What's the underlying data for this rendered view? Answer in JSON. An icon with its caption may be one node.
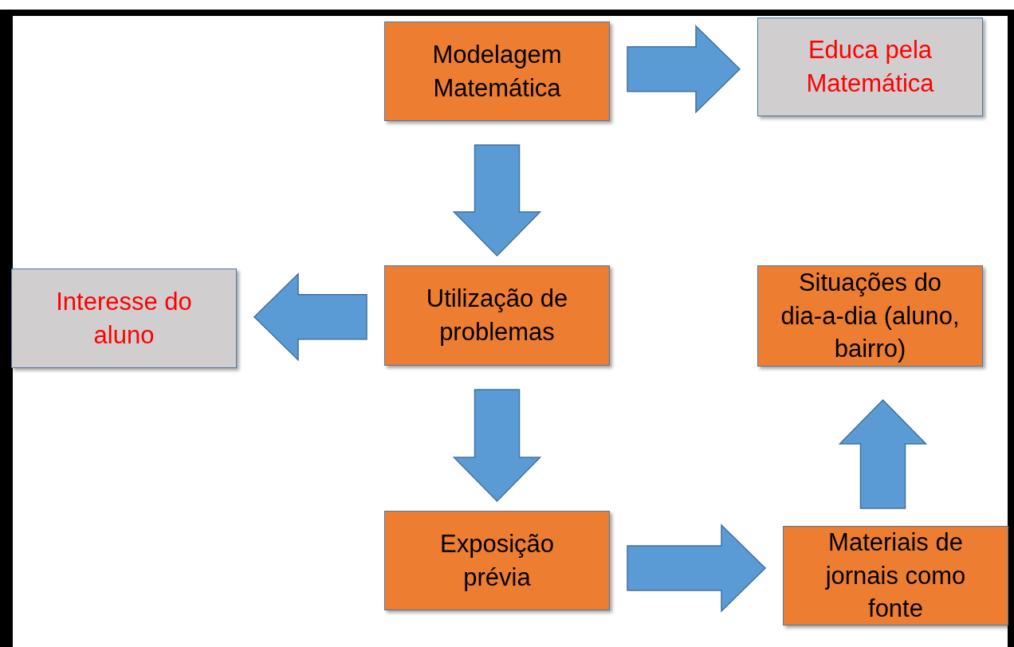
{
  "diagram": {
    "nodes": [
      {
        "text": [
          "Modelagem Matemática"
        ]
      },
      {
        "text": [
          "Educa pela Matemática"
        ]
      },
      {
        "text": [
          "Utilização de problemas"
        ]
      },
      {
        "text": [
          "Interesse do aluno"
        ]
      },
      {
        "text": [
          "Situações do dia-a-dia (aluno, bairro)"
        ]
      },
      {
        "text": [
          "Exposição prévia"
        ]
      },
      {
        "text": [
          "Materiais de jornais como fonte"
        ]
      }
    ],
    "edges": [
      {
        "from": 0,
        "to": 1,
        "arrow": "to"
      },
      {
        "from": 0,
        "to": 2,
        "arrow": "to"
      },
      {
        "from": 2,
        "to": 3,
        "arrow": "to"
      },
      {
        "from": 2,
        "to": 5,
        "arrow": "to"
      },
      {
        "from": 5,
        "to": 6,
        "arrow": "to"
      },
      {
        "from": 6,
        "to": 4,
        "arrow": "to"
      }
    ]
  }
}
